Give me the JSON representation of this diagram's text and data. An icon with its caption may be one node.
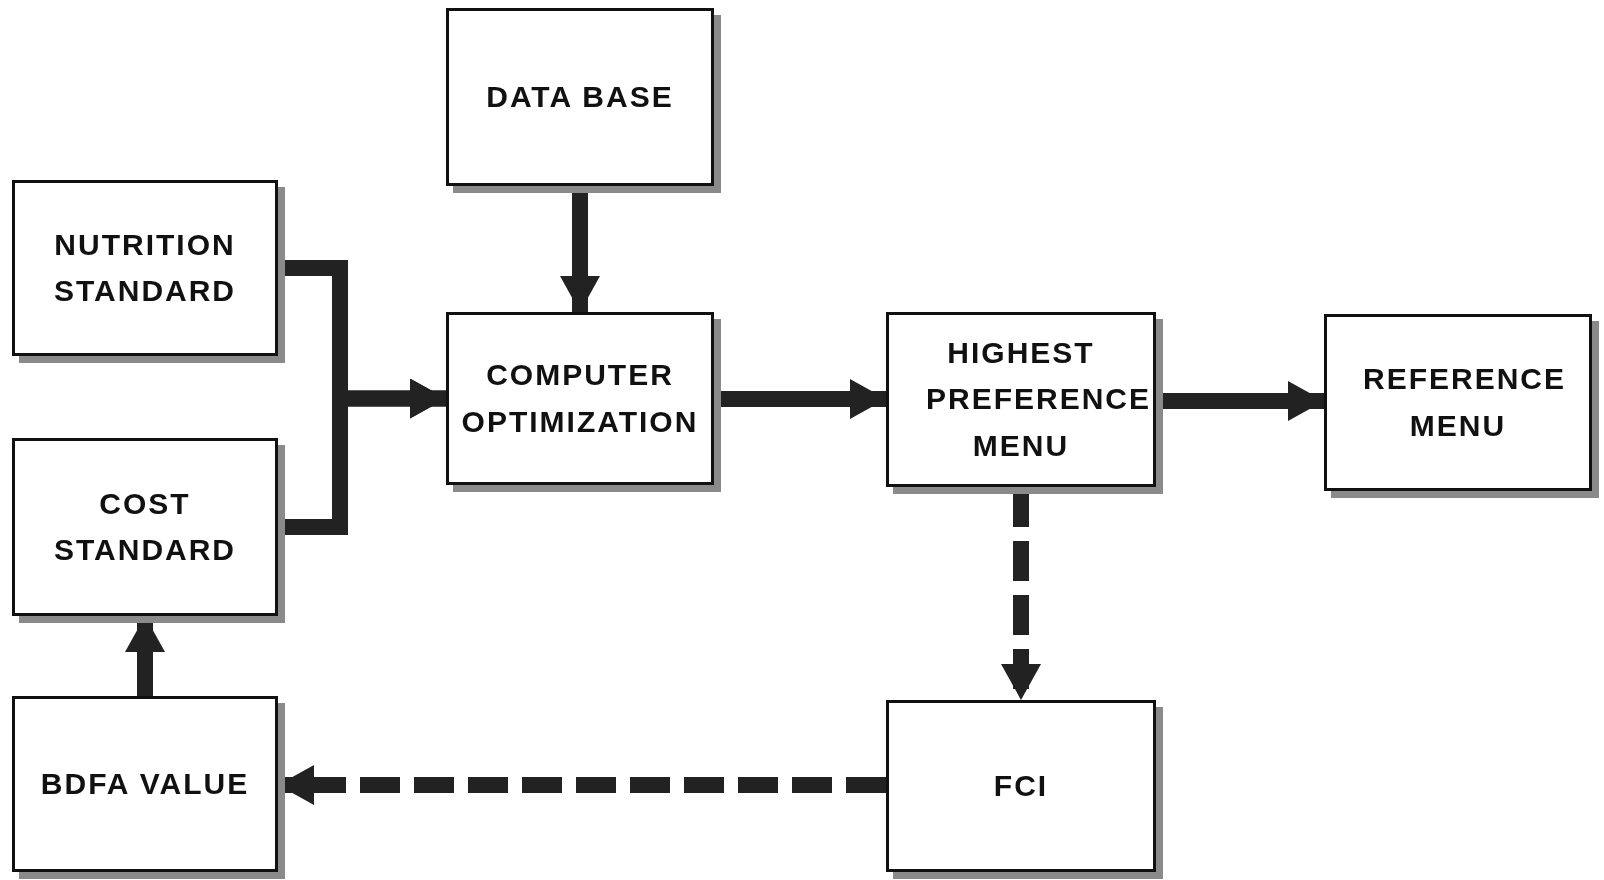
{
  "diagram": {
    "nodes": [
      {
        "text": [
          "DATA BASE"
        ]
      },
      {
        "text": [
          "NUTRITION STANDARD"
        ]
      },
      {
        "text": [
          "COMPUTER OPTIMIZATION"
        ]
      },
      {
        "text": [
          "HIGHEST PREFERENCE MENU"
        ]
      },
      {
        "text": [
          "REFERENCE MENU"
        ]
      },
      {
        "text": [
          "COST STANDARD"
        ]
      },
      {
        "text": [
          "BDFA VALUE"
        ]
      },
      {
        "text": [
          "FCI"
        ]
      }
    ],
    "edges": [
      {
        "from": 0,
        "to": 2,
        "arrow": "to"
      },
      {
        "from": 1,
        "to": 2,
        "arrow": "to"
      },
      {
        "from": 5,
        "to": 2,
        "arrow": "to"
      },
      {
        "from": 2,
        "to": 3,
        "arrow": "to"
      },
      {
        "from": 3,
        "to": 4,
        "arrow": "to"
      },
      {
        "from": 3,
        "to": 7,
        "arrow": "to",
        "style": "dashed"
      },
      {
        "from": 7,
        "to": 6,
        "arrow": "to",
        "style": "dashed"
      },
      {
        "from": 6,
        "to": 5,
        "arrow": "to"
      }
    ]
  }
}
